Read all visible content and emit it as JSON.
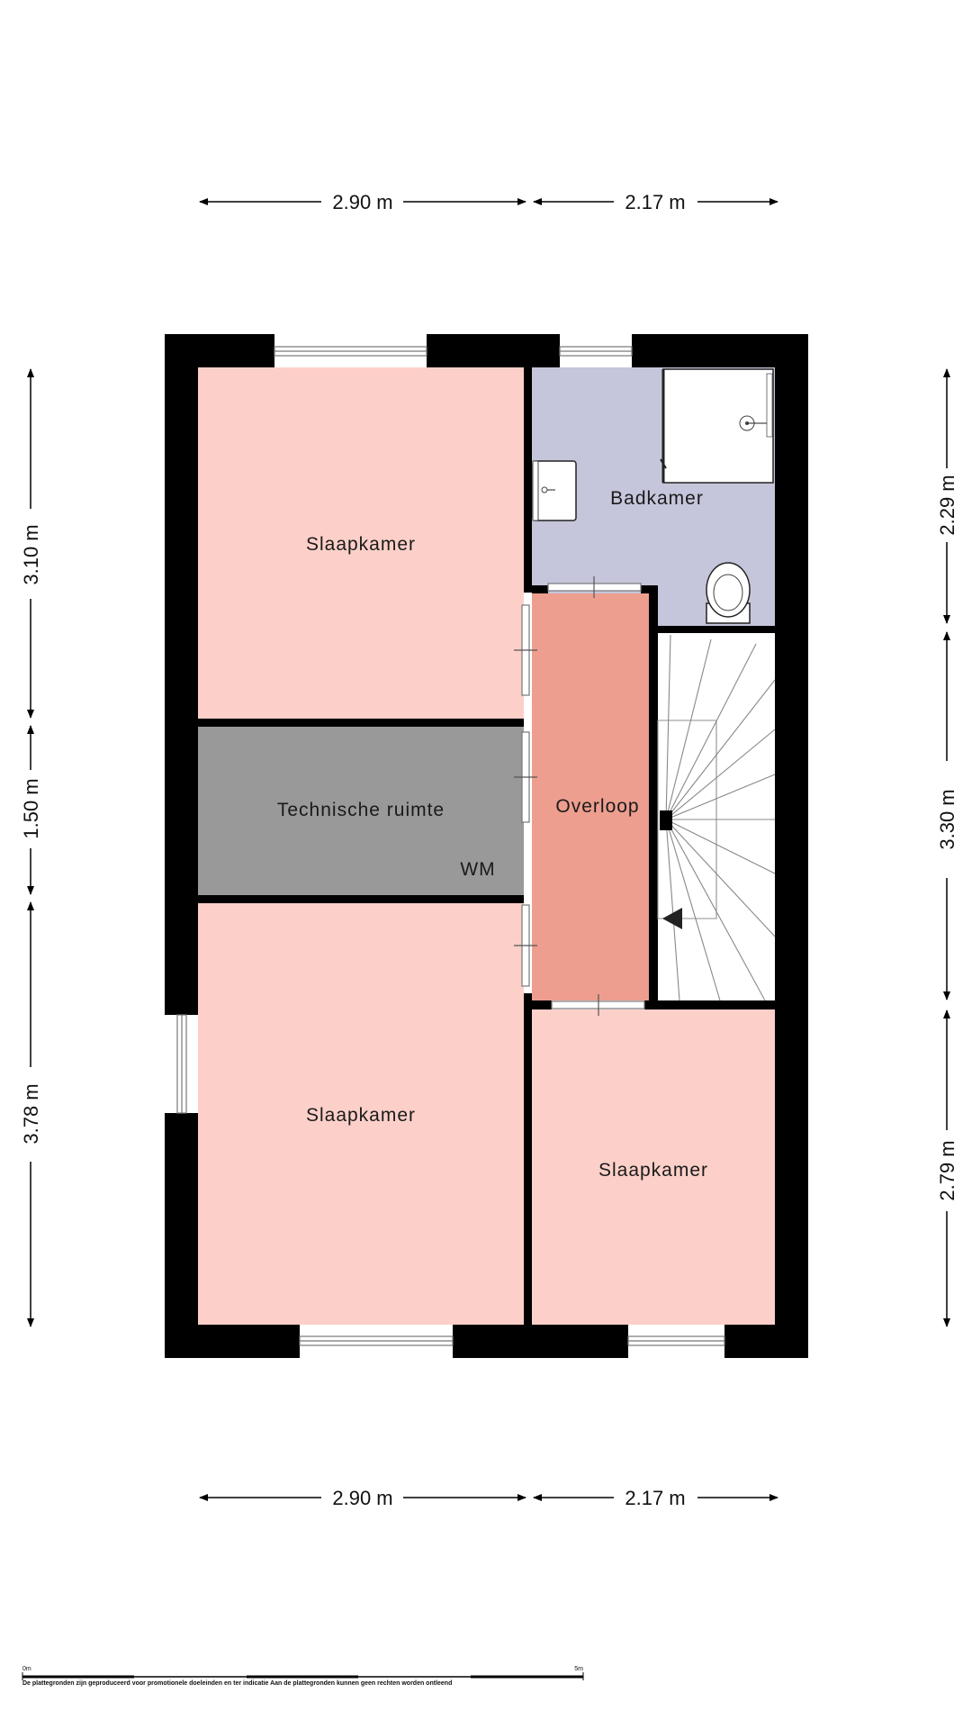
{
  "rooms": {
    "bedroom_top": "Slaapkamer",
    "bathroom": "Badkamer",
    "technical_room": "Technische ruimte",
    "washing_machine": "WM",
    "landing": "Overloop",
    "bedroom_bottom_left": "Slaapkamer",
    "bedroom_bottom_right": "Slaapkamer"
  },
  "dimensions": {
    "top_left": "2.90 m",
    "top_right": "2.17 m",
    "bottom_left": "2.90 m",
    "bottom_right": "2.17 m",
    "left_1": "3.10 m",
    "left_2": "1.50 m",
    "left_3": "3.78 m",
    "right_1": "2.29 m",
    "right_2": "3.30 m",
    "right_3": "2.79 m"
  },
  "scale": {
    "start": "0m",
    "end": "5m"
  },
  "footer": "De plattegronden zijn geproduceerd voor promotionele doeleinden en ter indicatie Aan de plattegronden kunnen geen rechten worden ontleend",
  "colors": {
    "bedroom": "#fcd0c9",
    "bathroom": "#c5c5db",
    "technical": "#999999",
    "landing": "#ed9e8f",
    "wall": "#000000"
  }
}
